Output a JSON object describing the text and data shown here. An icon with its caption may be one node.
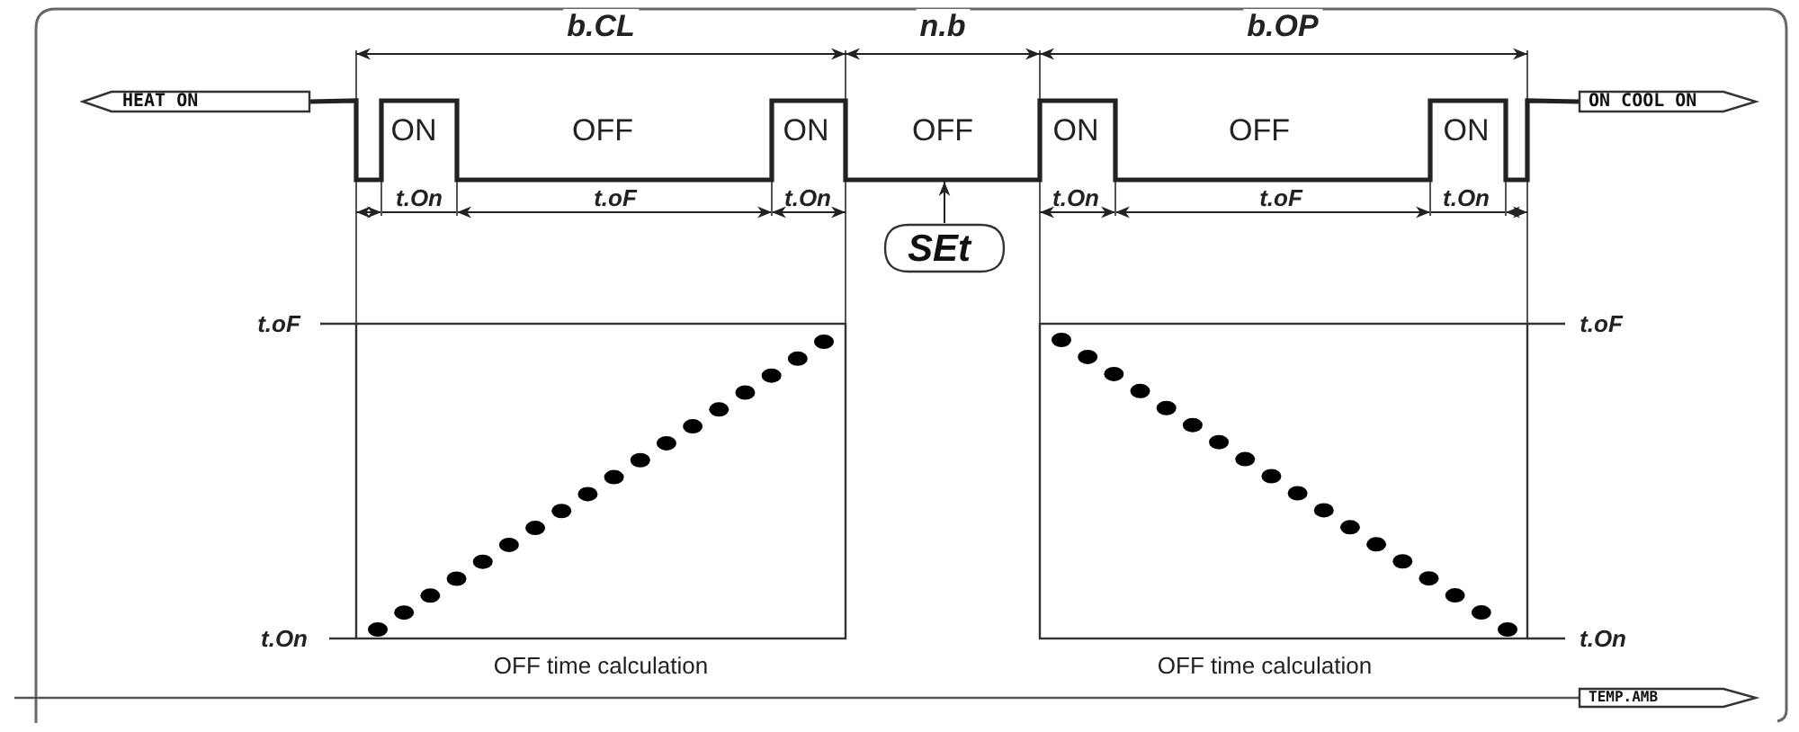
{
  "diagram": {
    "nodes": [
      {
        "text": [
          "HEAT ON"
        ]
      },
      {
        "text": [
          "ON",
          "COOL ON"
        ]
      },
      {
        "text": [
          "SEt"
        ]
      },
      {
        "text": [
          "TEMP.AMB"
        ]
      }
    ],
    "edges": [
      {
        "from": 0,
        "to": 1,
        "arrow": "none",
        "style": "thick"
      },
      {
        "from": 2,
        "to": null,
        "arrow": "to"
      }
    ],
    "labels": [
      "b.CL",
      "n.b",
      "b.OP",
      "ON",
      "OFF",
      "ON",
      "OFF",
      "ON",
      "OFF",
      "ON",
      "t.On",
      "t.oF",
      "t.On",
      "t.On",
      "t.oF",
      "t.On",
      "t.oF",
      "t.oF",
      "t.On",
      "t.On",
      "OFF time calculation",
      "OFF time calculation"
    ]
  }
}
